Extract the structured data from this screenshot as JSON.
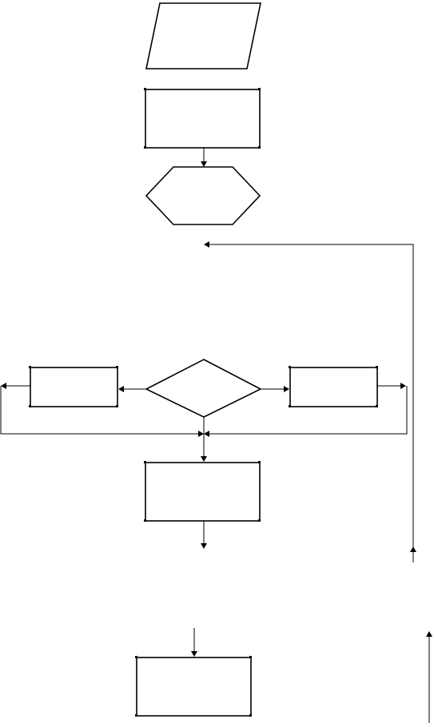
{
  "diagram": {
    "type": "flowchart",
    "line_color": "#000000",
    "background": "#ffffff",
    "nodes": [
      {
        "id": "input-parallelogram",
        "shape": "parallelogram",
        "label": ""
      },
      {
        "id": "process-box-1",
        "shape": "rectangle",
        "label": ""
      },
      {
        "id": "preparation-hexagon",
        "shape": "hexagon",
        "label": ""
      },
      {
        "id": "decision-diamond",
        "shape": "diamond",
        "label": ""
      },
      {
        "id": "branch-box-left",
        "shape": "rectangle",
        "label": ""
      },
      {
        "id": "branch-box-right",
        "shape": "rectangle",
        "label": ""
      },
      {
        "id": "process-box-2",
        "shape": "rectangle",
        "label": ""
      },
      {
        "id": "process-box-3",
        "shape": "rectangle",
        "label": ""
      }
    ],
    "edges": [
      {
        "from": "process-box-1",
        "to": "preparation-hexagon"
      },
      {
        "from": "decision-diamond",
        "to": "branch-box-left"
      },
      {
        "from": "decision-diamond",
        "to": "branch-box-right"
      },
      {
        "from": "branch-box-left",
        "to": "process-box-2"
      },
      {
        "from": "branch-box-right",
        "to": "process-box-2"
      },
      {
        "from": "process-box-2",
        "to": ""
      },
      {
        "from": "",
        "to": "process-box-3"
      }
    ]
  }
}
